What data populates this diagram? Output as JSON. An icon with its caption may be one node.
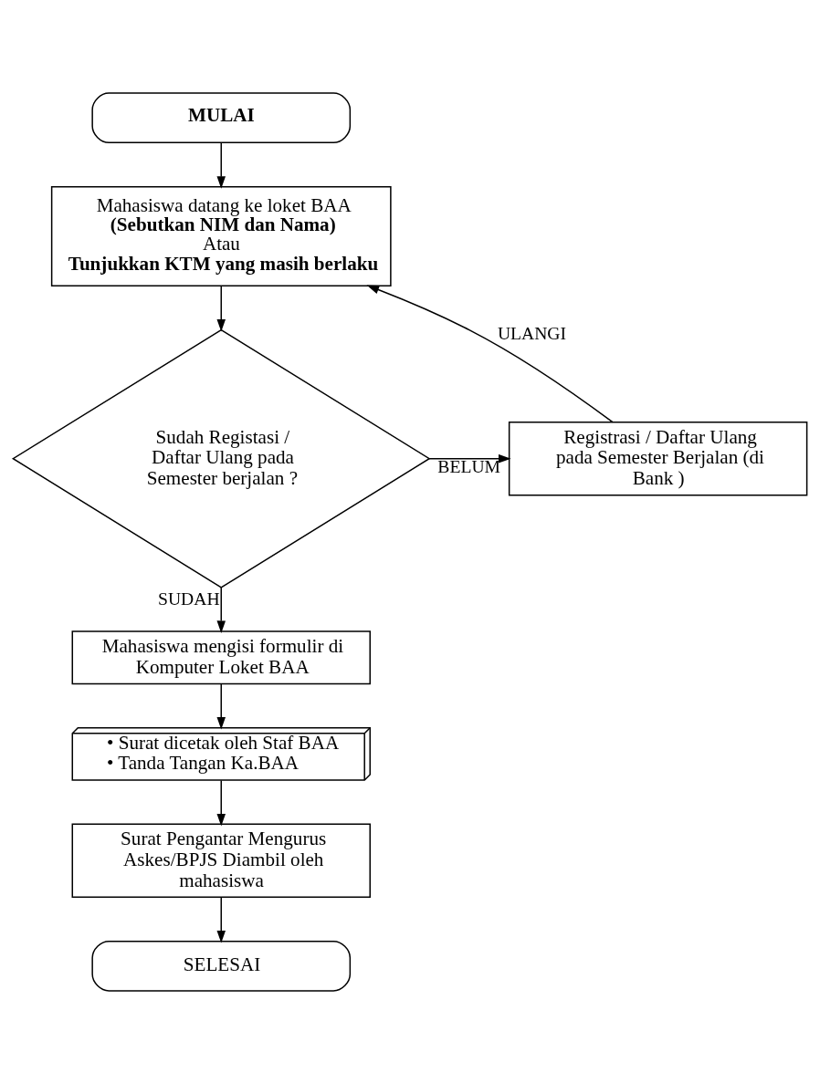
{
  "diagram": {
    "nodes": [
      {
        "text": [
          "**MULAI**"
        ]
      },
      {
        "text": [
          "Mahasiswa datang ke loket BAA",
          "**(Sebutkan NIM dan Nama)**",
          "Atau",
          "**Tunjukkan KTM yang masih berlaku**"
        ]
      },
      {
        "text": [
          "Sudah Registasi / Daftar Ulang pada Semester berjalan ?"
        ]
      },
      {
        "text": [
          "Registrasi / Daftar Ulang pada Semester Berjalan (di Bank )"
        ]
      },
      {
        "text": [
          "Mahasiswa mengisi formulir di Komputer Loket BAA"
        ]
      },
      {
        "text": [
          "• Surat dicetak oleh Staf BAA",
          "• Tanda Tangan Ka.BAA"
        ]
      },
      {
        "text": [
          "Surat Pengantar Mengurus Askes/BPJS Diambil oleh mahasiswa"
        ]
      },
      {
        "text": [
          "SELESAI"
        ]
      }
    ],
    "edges": [
      {
        "from": 0,
        "to": 1,
        "arrow": "to"
      },
      {
        "from": 1,
        "to": 2,
        "arrow": "to"
      },
      {
        "from": 2,
        "to": 3,
        "arrow": "to",
        "label": "BELUM"
      },
      {
        "from": 3,
        "to": 1,
        "arrow": "to",
        "label": "ULANGI"
      },
      {
        "from": 2,
        "to": 4,
        "arrow": "to",
        "label": "SUDAH"
      },
      {
        "from": 4,
        "to": 5,
        "arrow": "to"
      },
      {
        "from": 5,
        "to": 6,
        "arrow": "to"
      },
      {
        "from": 6,
        "to": 7,
        "arrow": "to"
      }
    ]
  }
}
